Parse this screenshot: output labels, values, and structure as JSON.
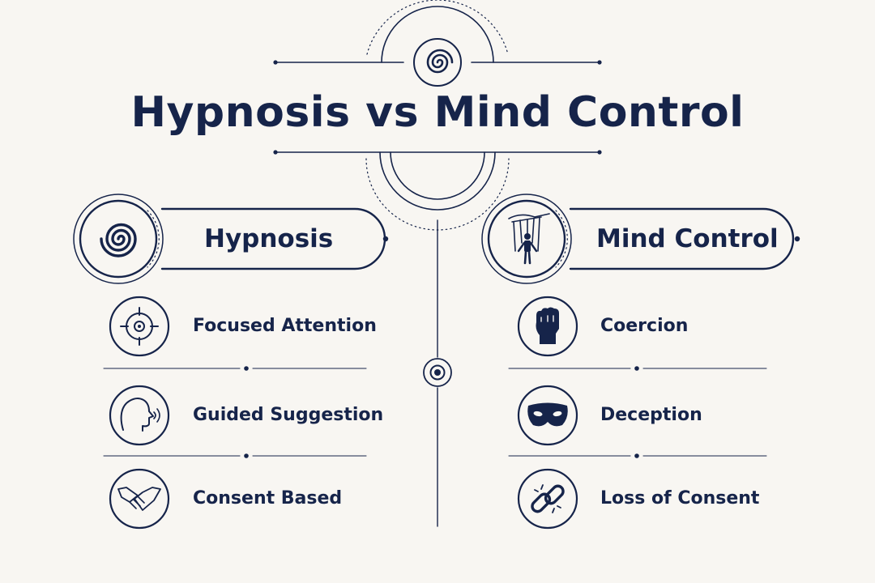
{
  "title": "Hypnosis vs Mind Control",
  "left": {
    "heading": "Hypnosis",
    "heading_icon": "spiral-icon",
    "items": [
      {
        "label": "Focused Attention",
        "icon": "target-icon"
      },
      {
        "label": "Guided Suggestion",
        "icon": "speaking-head-icon"
      },
      {
        "label": "Consent Based",
        "icon": "handshake-icon"
      }
    ]
  },
  "right": {
    "heading": "Mind Control",
    "heading_icon": "puppet-strings-icon",
    "items": [
      {
        "label": "Coercion",
        "icon": "fist-icon"
      },
      {
        "label": "Deception",
        "icon": "mask-icon"
      },
      {
        "label": "Loss of Consent",
        "icon": "broken-chain-icon"
      }
    ]
  },
  "colors": {
    "navy": "#16244a",
    "background": "#f8f6f2"
  }
}
